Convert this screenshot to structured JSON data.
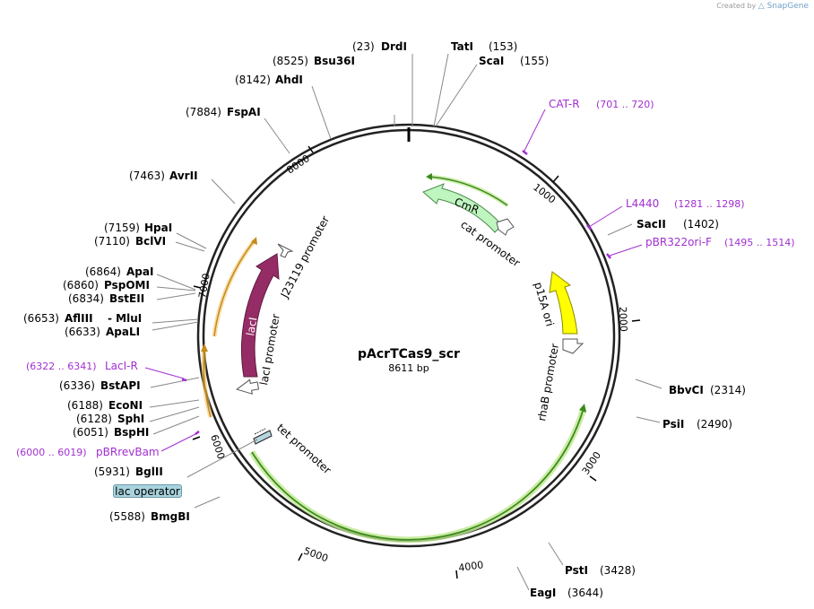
{
  "credit": {
    "text": "Created by",
    "brand": "SnapGene"
  },
  "plasmid": {
    "name": "pAcrTCas9_scr",
    "size_label": "8611 bp"
  },
  "sites": [
    {
      "pos": "(23)",
      "name": "DrdI"
    },
    {
      "pos": "(153)",
      "name": "TatI"
    },
    {
      "pos": "(155)",
      "name": "ScaI"
    },
    {
      "pos": "(8525)",
      "name": "Bsu36I"
    },
    {
      "pos": "(8142)",
      "name": "AhdI"
    },
    {
      "pos": "(7884)",
      "name": "FspAI"
    },
    {
      "pos": "(7463)",
      "name": "AvrII"
    },
    {
      "pos": "(7159)",
      "name": "HpaI"
    },
    {
      "pos": "(7110)",
      "name": "BclVI"
    },
    {
      "pos": "(6864)",
      "name": "ApaI"
    },
    {
      "pos": "(6860)",
      "name": "PspOMI"
    },
    {
      "pos": "(6834)",
      "name": "BstEII"
    },
    {
      "pos": "(6653)",
      "name": "AflIII"
    },
    {
      "pos": "",
      "name": "- MluI"
    },
    {
      "pos": "(6633)",
      "name": "ApaLI"
    },
    {
      "pos": "(6336)",
      "name": "BstAPI"
    },
    {
      "pos": "(6188)",
      "name": "EcoNI"
    },
    {
      "pos": "(6128)",
      "name": "SphI"
    },
    {
      "pos": "(6051)",
      "name": "BspHI"
    },
    {
      "pos": "(5931)",
      "name": "BglII"
    },
    {
      "pos": "(5588)",
      "name": "BmgBI"
    },
    {
      "pos": "(1402)",
      "name": "SacII"
    },
    {
      "pos": "(2314)",
      "name": "BbvCI"
    },
    {
      "pos": "(2490)",
      "name": "PsiI"
    },
    {
      "pos": "(3428)",
      "name": "PstI"
    },
    {
      "pos": "(3644)",
      "name": "EagI"
    }
  ],
  "primers": [
    {
      "name": "CAT-R",
      "range": "(701 .. 720)"
    },
    {
      "name": "L4440",
      "range": "(1281 .. 1298)"
    },
    {
      "name": "pBR322ori-F",
      "range": "(1495 .. 1514)"
    },
    {
      "name": "LacI-R",
      "range": "(6322 .. 6341)"
    },
    {
      "name": "pBRrevBam",
      "range": "(6000 .. 6019)"
    }
  ],
  "features": {
    "cmr": "CmR",
    "cat_promoter": "cat promoter",
    "p15a_ori": "p15A ori",
    "rhab_promoter": "rhaB promoter",
    "laci": "lacI",
    "laci_promoter": "lacI promoter",
    "j23119_promoter": "J23119 promoter",
    "tet_promoter": "tet promoter",
    "lac_operator": "lac operator"
  },
  "ticks": [
    "1000",
    "2000",
    "3000",
    "4000",
    "5000",
    "6000",
    "7000",
    "8000"
  ],
  "colors": {
    "backbone": "#222222",
    "primer": "#a12fd1",
    "cmr": "#bff5bf",
    "ori": "#ffff00",
    "laci": "#962c66",
    "orange": "#f3c15c",
    "green_line": "#3b8a1f",
    "operator": "#a8d3de"
  }
}
